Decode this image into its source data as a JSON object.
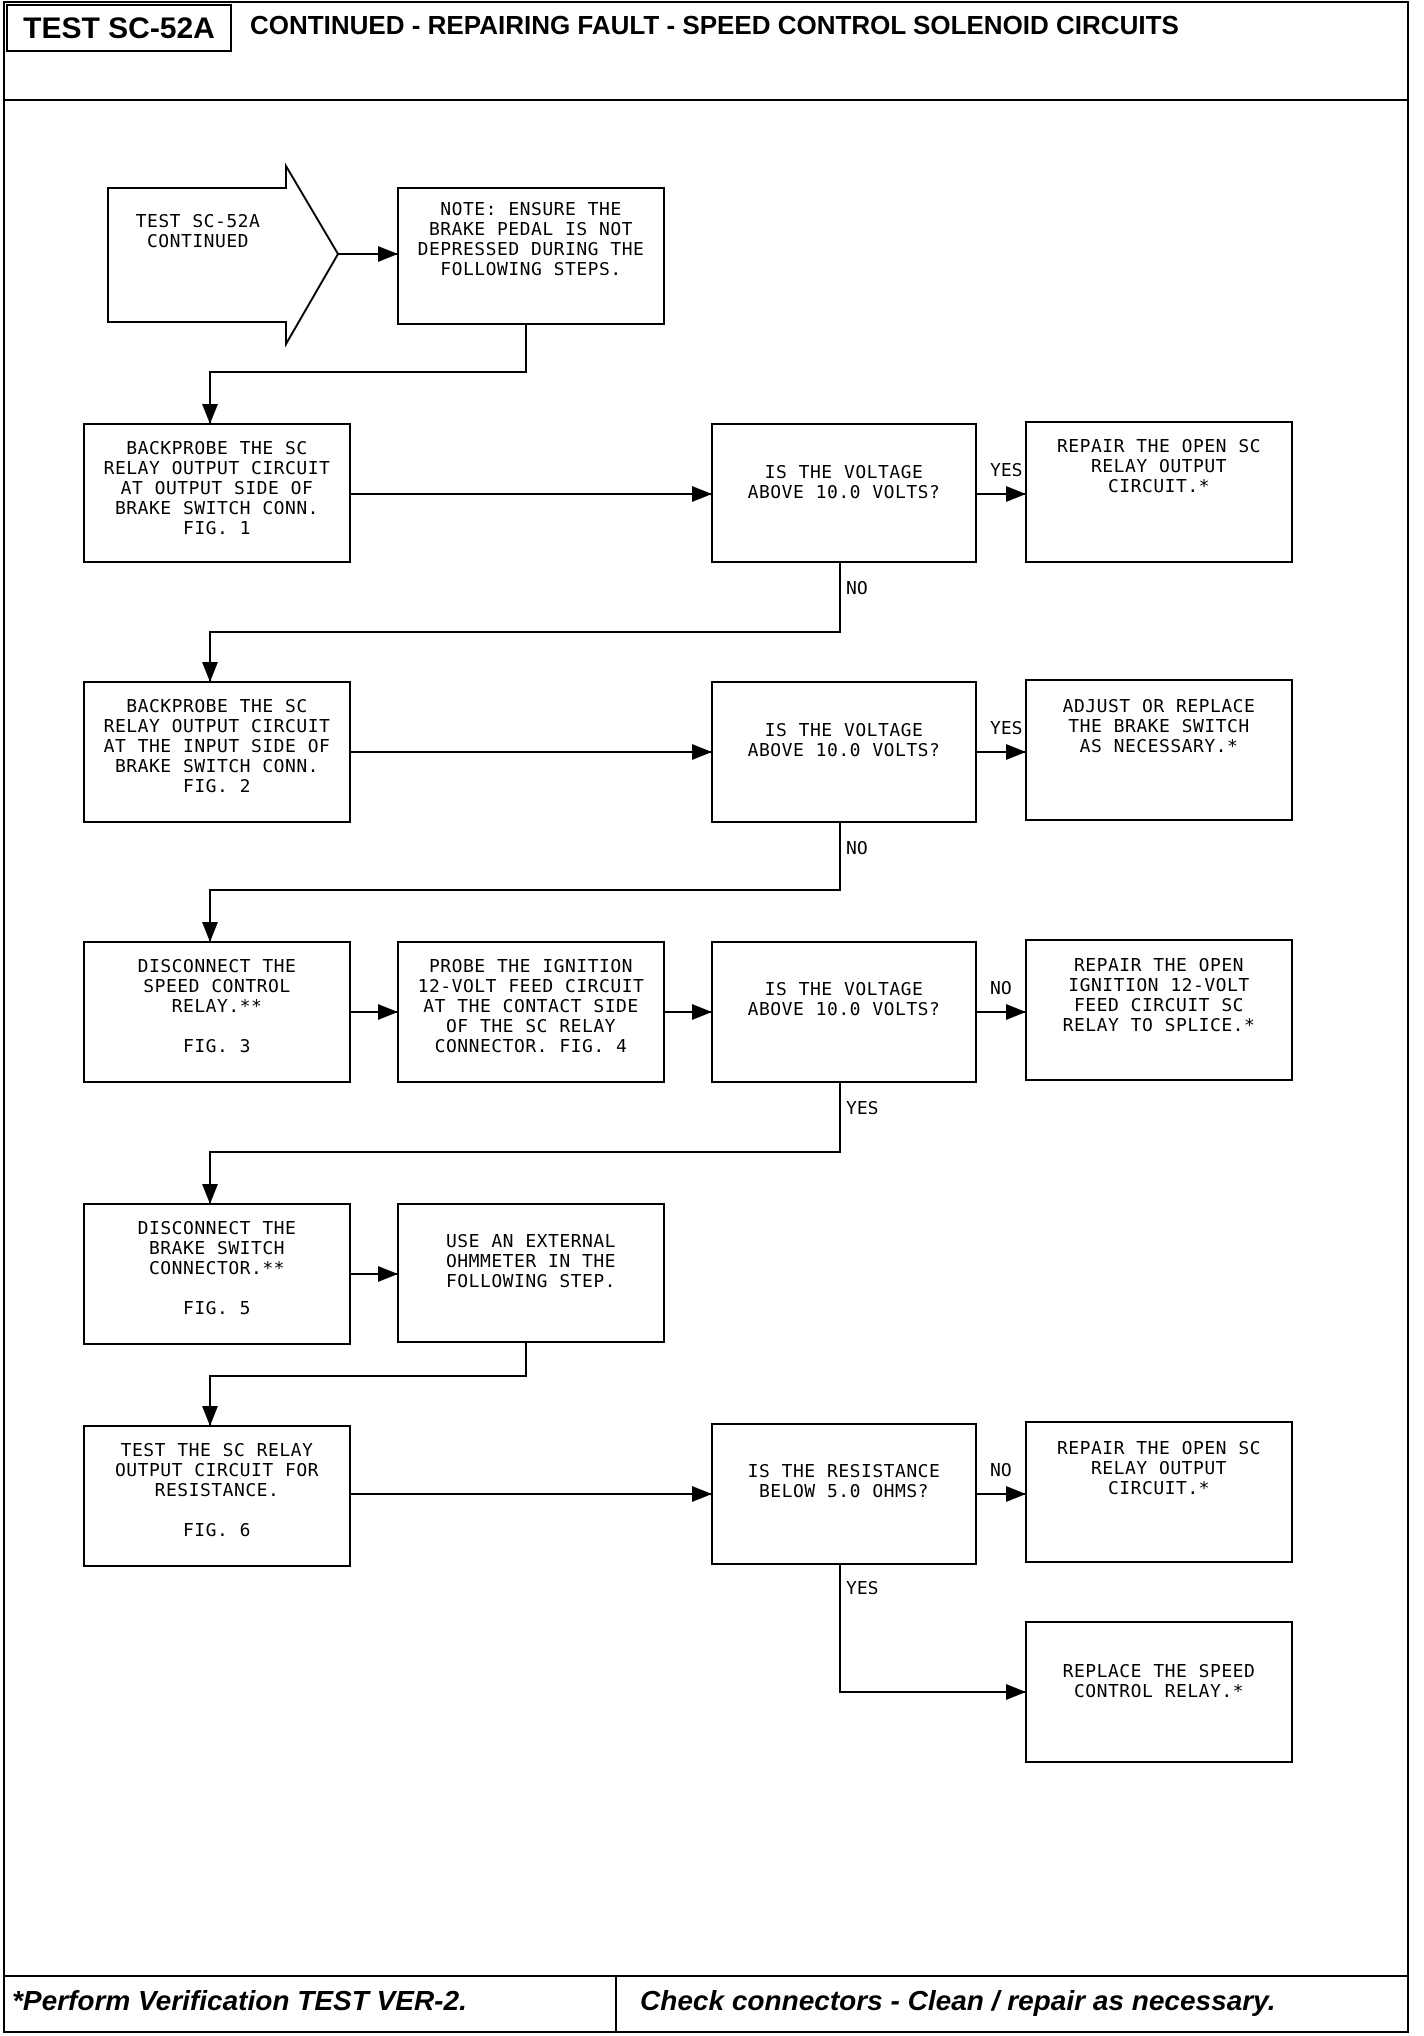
{
  "header": {
    "test_id": "TEST SC-52A",
    "title": "CONTINUED - REPAIRING FAULT - SPEED CONTROL SOLENOID CIRCUITS"
  },
  "flowchart": {
    "start": "TEST SC-52A\nCONTINUED",
    "note": "NOTE:  ENSURE THE\nBRAKE PEDAL IS NOT\nDEPRESSED DURING THE\nFOLLOWING STEPS.",
    "step1": "BACKPROBE THE SC\nRELAY OUTPUT CIRCUIT\nAT OUTPUT SIDE OF\nBRAKE SWITCH CONN.\nFIG. 1",
    "q1": "IS THE VOLTAGE\nABOVE 10.0 VOLTS?",
    "r1": "REPAIR THE OPEN SC\nRELAY OUTPUT\nCIRCUIT.*",
    "step2": "BACKPROBE THE SC\nRELAY OUTPUT CIRCUIT\nAT THE INPUT SIDE OF\nBRAKE SWITCH CONN.\nFIG. 2",
    "q2": "IS THE VOLTAGE\nABOVE 10.0 VOLTS?",
    "r2": "ADJUST OR REPLACE\nTHE BRAKE SWITCH\nAS NECESSARY.*",
    "step3a": "DISCONNECT THE\nSPEED CONTROL\nRELAY.**\n\nFIG. 3",
    "step3b": "PROBE THE IGNITION\n12-VOLT FEED CIRCUIT\nAT THE CONTACT SIDE\nOF THE SC RELAY\nCONNECTOR. FIG. 4",
    "q3": "IS THE VOLTAGE\nABOVE 10.0 VOLTS?",
    "r3": "REPAIR THE OPEN\nIGNITION 12-VOLT\nFEED CIRCUIT SC\nRELAY TO SPLICE.*",
    "step4a": "DISCONNECT THE\nBRAKE SWITCH\nCONNECTOR.**\n\nFIG. 5",
    "step4b": "USE AN EXTERNAL\nOHMMETER IN THE\nFOLLOWING STEP.",
    "step5": "TEST THE SC RELAY\nOUTPUT CIRCUIT FOR\nRESISTANCE.\n\nFIG. 6",
    "q5": "IS THE RESISTANCE\nBELOW 5.0 OHMS?",
    "r5": "REPAIR THE OPEN SC\nRELAY OUTPUT\nCIRCUIT.*",
    "r6": "REPLACE THE SPEED\nCONTROL RELAY.*",
    "labels": {
      "yes": "YES",
      "no": "NO"
    }
  },
  "footer": {
    "left": "*Perform Verification TEST VER-2.",
    "right": "Check connectors - Clean / repair as necessary."
  }
}
